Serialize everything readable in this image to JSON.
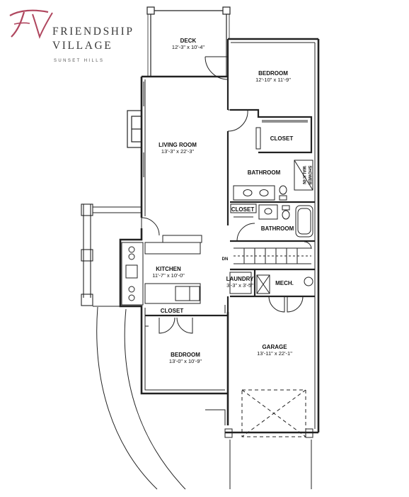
{
  "brand": {
    "monogram": "FV",
    "line1": "FRIENDSHIP",
    "line2": "VILLAGE",
    "tagline": "SUNSET HILLS",
    "color": "#b0475f"
  },
  "rooms": {
    "deck": {
      "name": "DECK",
      "dims": "12'-3\" x 10'-4\""
    },
    "bedroom_main": {
      "name": "BEDROOM",
      "dims": "12'-10\" x 11'-9\""
    },
    "closet_main": {
      "name": "CLOSET"
    },
    "living": {
      "name": "LIVING ROOM",
      "dims": "13'-3\" x 22'-3\""
    },
    "bathroom1": {
      "name": "BATHROOM"
    },
    "walkin": {
      "line1": "WALK-IN",
      "line2": "SHOWER"
    },
    "closet_hall": {
      "name": "CLOSET"
    },
    "bathroom2": {
      "name": "BATHROOM"
    },
    "kitchen": {
      "name": "KITCHEN",
      "dims": "11'-7\" x 10'-0\""
    },
    "dn": {
      "name": "DN"
    },
    "laundry": {
      "name": "LAUNDRY",
      "dims": "3'-3\" x 3'-5\""
    },
    "mech": {
      "name": "MECH."
    },
    "closet_bed2": {
      "name": "CLOSET"
    },
    "garage": {
      "name": "GARAGE",
      "dims": "13'-11\" x 22'-1\""
    },
    "bedroom2": {
      "name": "BEDROOM",
      "dims": "13'-0\" x 10'-9\""
    }
  }
}
